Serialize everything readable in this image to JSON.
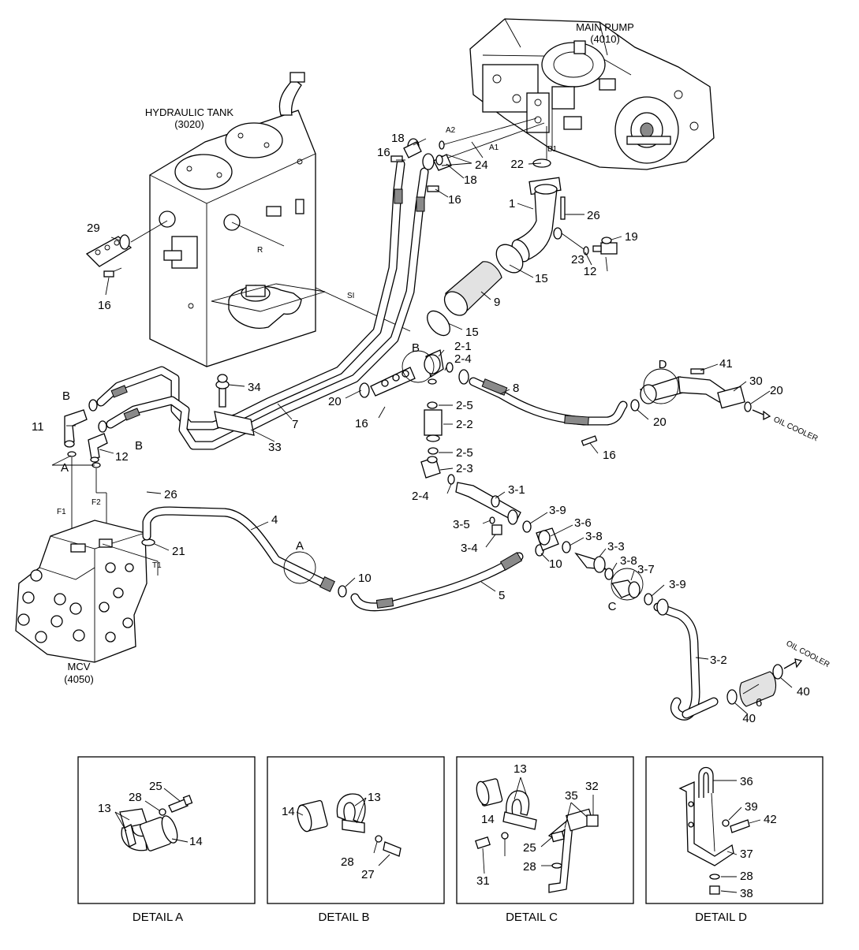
{
  "components": {
    "main_pump": {
      "name": "MAIN PUMP",
      "code": "(4010)"
    },
    "hydraulic_tank": {
      "name": "HYDRAULIC TANK",
      "code": "(3020)"
    },
    "mcv": {
      "name": "MCV",
      "code": "(4050)"
    }
  },
  "port_labels": {
    "a1": "A1",
    "a2": "A2",
    "b1": "B1",
    "r": "R",
    "si": "SI",
    "f1": "F1",
    "f2": "F2",
    "t1": "T1"
  },
  "oil_cooler": "OIL COOLER",
  "callouts": {
    "c1": "1",
    "c2_1": "2-1",
    "c2_2": "2-2",
    "c2_3": "2-3",
    "c2_4": "2-4",
    "c2_5": "2-5",
    "c3_1": "3-1",
    "c3_2": "3-2",
    "c3_3": "3-3",
    "c3_4": "3-4",
    "c3_5": "3-5",
    "c3_6": "3-6",
    "c3_7": "3-7",
    "c3_8": "3-8",
    "c3_9": "3-9",
    "c4": "4",
    "c5": "5",
    "c6": "6",
    "c7": "7",
    "c8": "8",
    "c9": "9",
    "c10": "10",
    "c11": "11",
    "c12": "12",
    "c13": "13",
    "c14": "14",
    "c15": "15",
    "c16": "16",
    "c18": "18",
    "c19": "19",
    "c20": "20",
    "c21": "21",
    "c22": "22",
    "c23": "23",
    "c24": "24",
    "c25": "25",
    "c26": "26",
    "c27": "27",
    "c28": "28",
    "c29": "29",
    "c30": "30",
    "c31": "31",
    "c32": "32",
    "c33": "33",
    "c34": "34",
    "c35": "35",
    "c36": "36",
    "c37": "37",
    "c38": "38",
    "c39": "39",
    "c40": "40",
    "c41": "41",
    "c42": "42"
  },
  "detail_markers": {
    "a": "A",
    "b": "B",
    "c": "C",
    "d": "D"
  },
  "details": [
    {
      "title": "DETAIL A"
    },
    {
      "title": "DETAIL B"
    },
    {
      "title": "DETAIL C"
    },
    {
      "title": "DETAIL D"
    }
  ]
}
